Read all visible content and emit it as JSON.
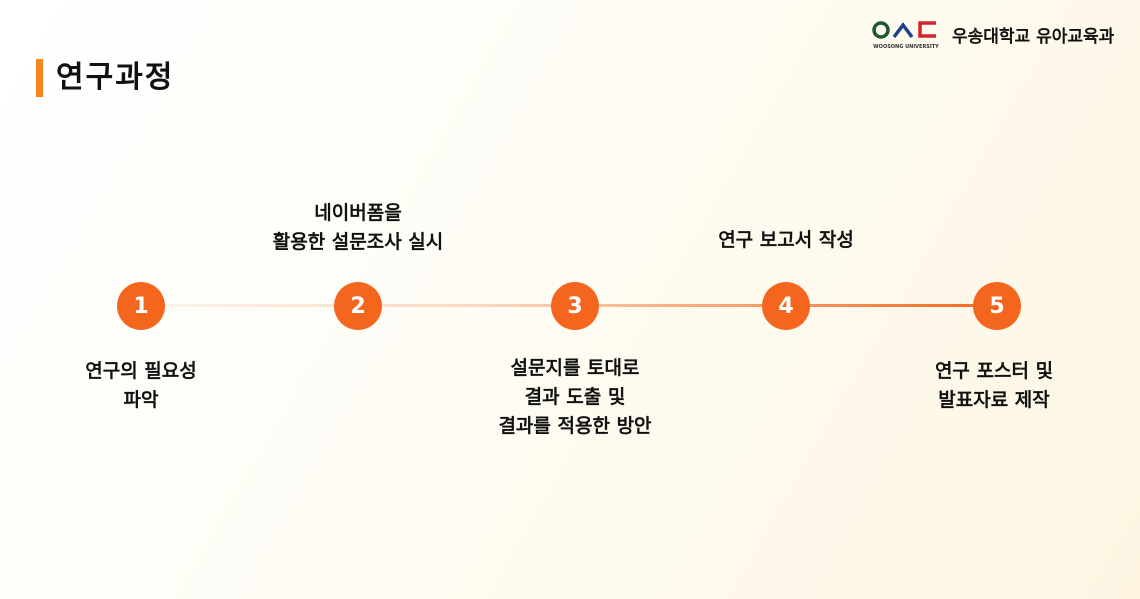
{
  "header": {
    "logo_text": "WOOSONG UNIVERSITY",
    "department": "우송대학교 유아교육과"
  },
  "title": "연구과정",
  "steps": [
    {
      "number": "1",
      "label": "연구의 필요성\n파악"
    },
    {
      "number": "2",
      "label": "네이버폼을\n활용한 설문조사 실시"
    },
    {
      "number": "3",
      "label": "설문지를 토대로\n결과 도출 및\n결과를 적용한 방안"
    },
    {
      "number": "4",
      "label": "연구 보고서 작성"
    },
    {
      "number": "5",
      "label": "연구 포스터 및\n발표자료 제작"
    }
  ],
  "colors": {
    "accent": "#f4661d",
    "bar": "#f5861f",
    "logo_green": "#1d5a2e",
    "logo_blue": "#1d3f8c",
    "logo_red": "#d5232b"
  }
}
